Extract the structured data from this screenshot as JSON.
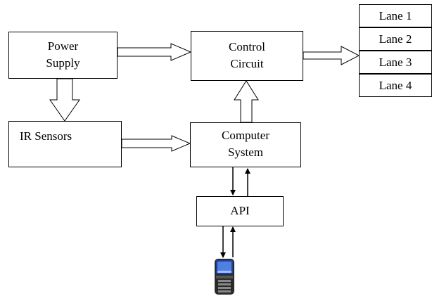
{
  "blocks": {
    "power_supply": {
      "line1": "Power",
      "line2": "Supply"
    },
    "control_circuit": {
      "line1": "Control",
      "line2": "Circuit"
    },
    "ir_sensors": {
      "label": "IR Sensors"
    },
    "computer_system": {
      "line1": "Computer",
      "line2": "System"
    },
    "api": {
      "label": "API"
    }
  },
  "lanes": [
    "Lane 1",
    "Lane 2",
    "Lane 3",
    "Lane 4"
  ],
  "icons": {
    "mobile_phone": "mobile-phone-icon"
  }
}
